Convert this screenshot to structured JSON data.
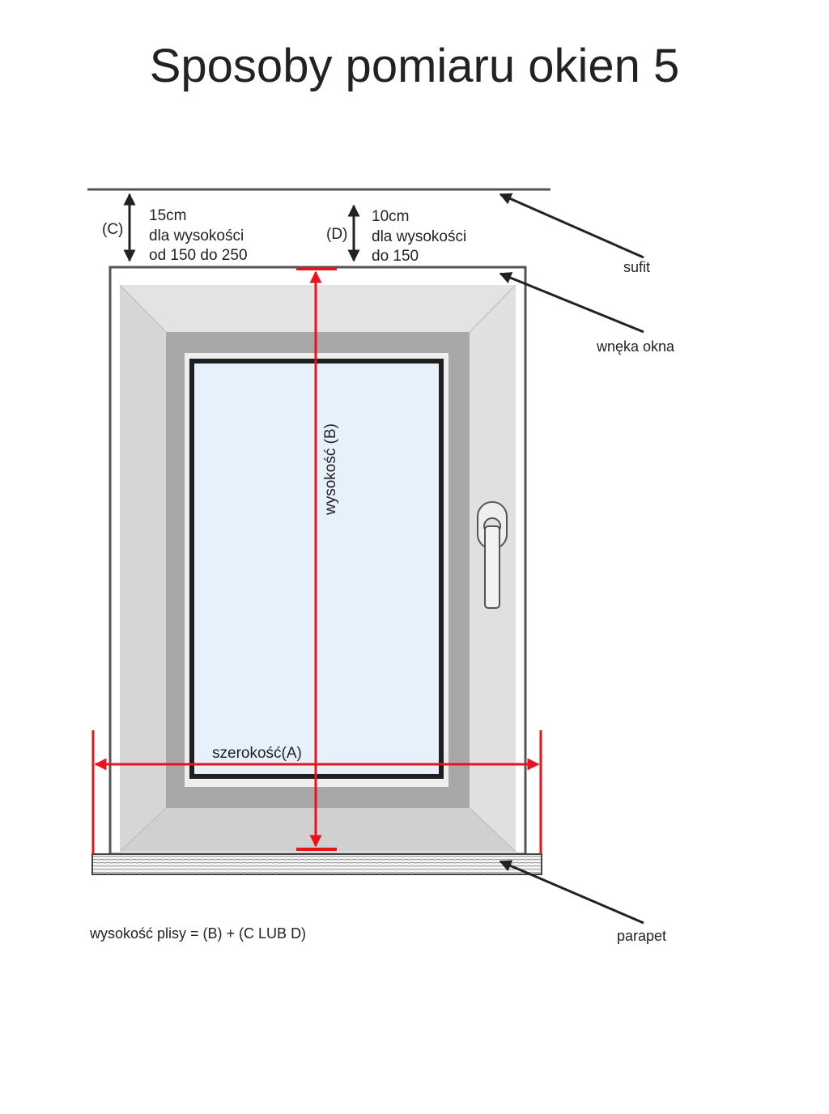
{
  "title": "Sposoby pomiaru okien 5",
  "labels": {
    "c_marker": "(C)",
    "c_line1": "15cm",
    "c_line2": "dla wysokości",
    "c_line3": "od 150 do 250",
    "d_marker": "(D)",
    "d_line1": "10cm",
    "d_line2": "dla wysokości",
    "d_line3": "do 150",
    "sufit": "sufit",
    "wneka": "wnęka okna",
    "wysokosc": "wysokość (B)",
    "szerokosc": "szerokość(A)",
    "parapet": "parapet",
    "formula": "wysokość plisy = (B) + (C LUB D)"
  },
  "colors": {
    "measure": "#e8141c",
    "frame_outer": "#dcdcdc",
    "frame_inner": "#a8a8a8",
    "glass": "#e6f1fb",
    "line": "#333333"
  }
}
